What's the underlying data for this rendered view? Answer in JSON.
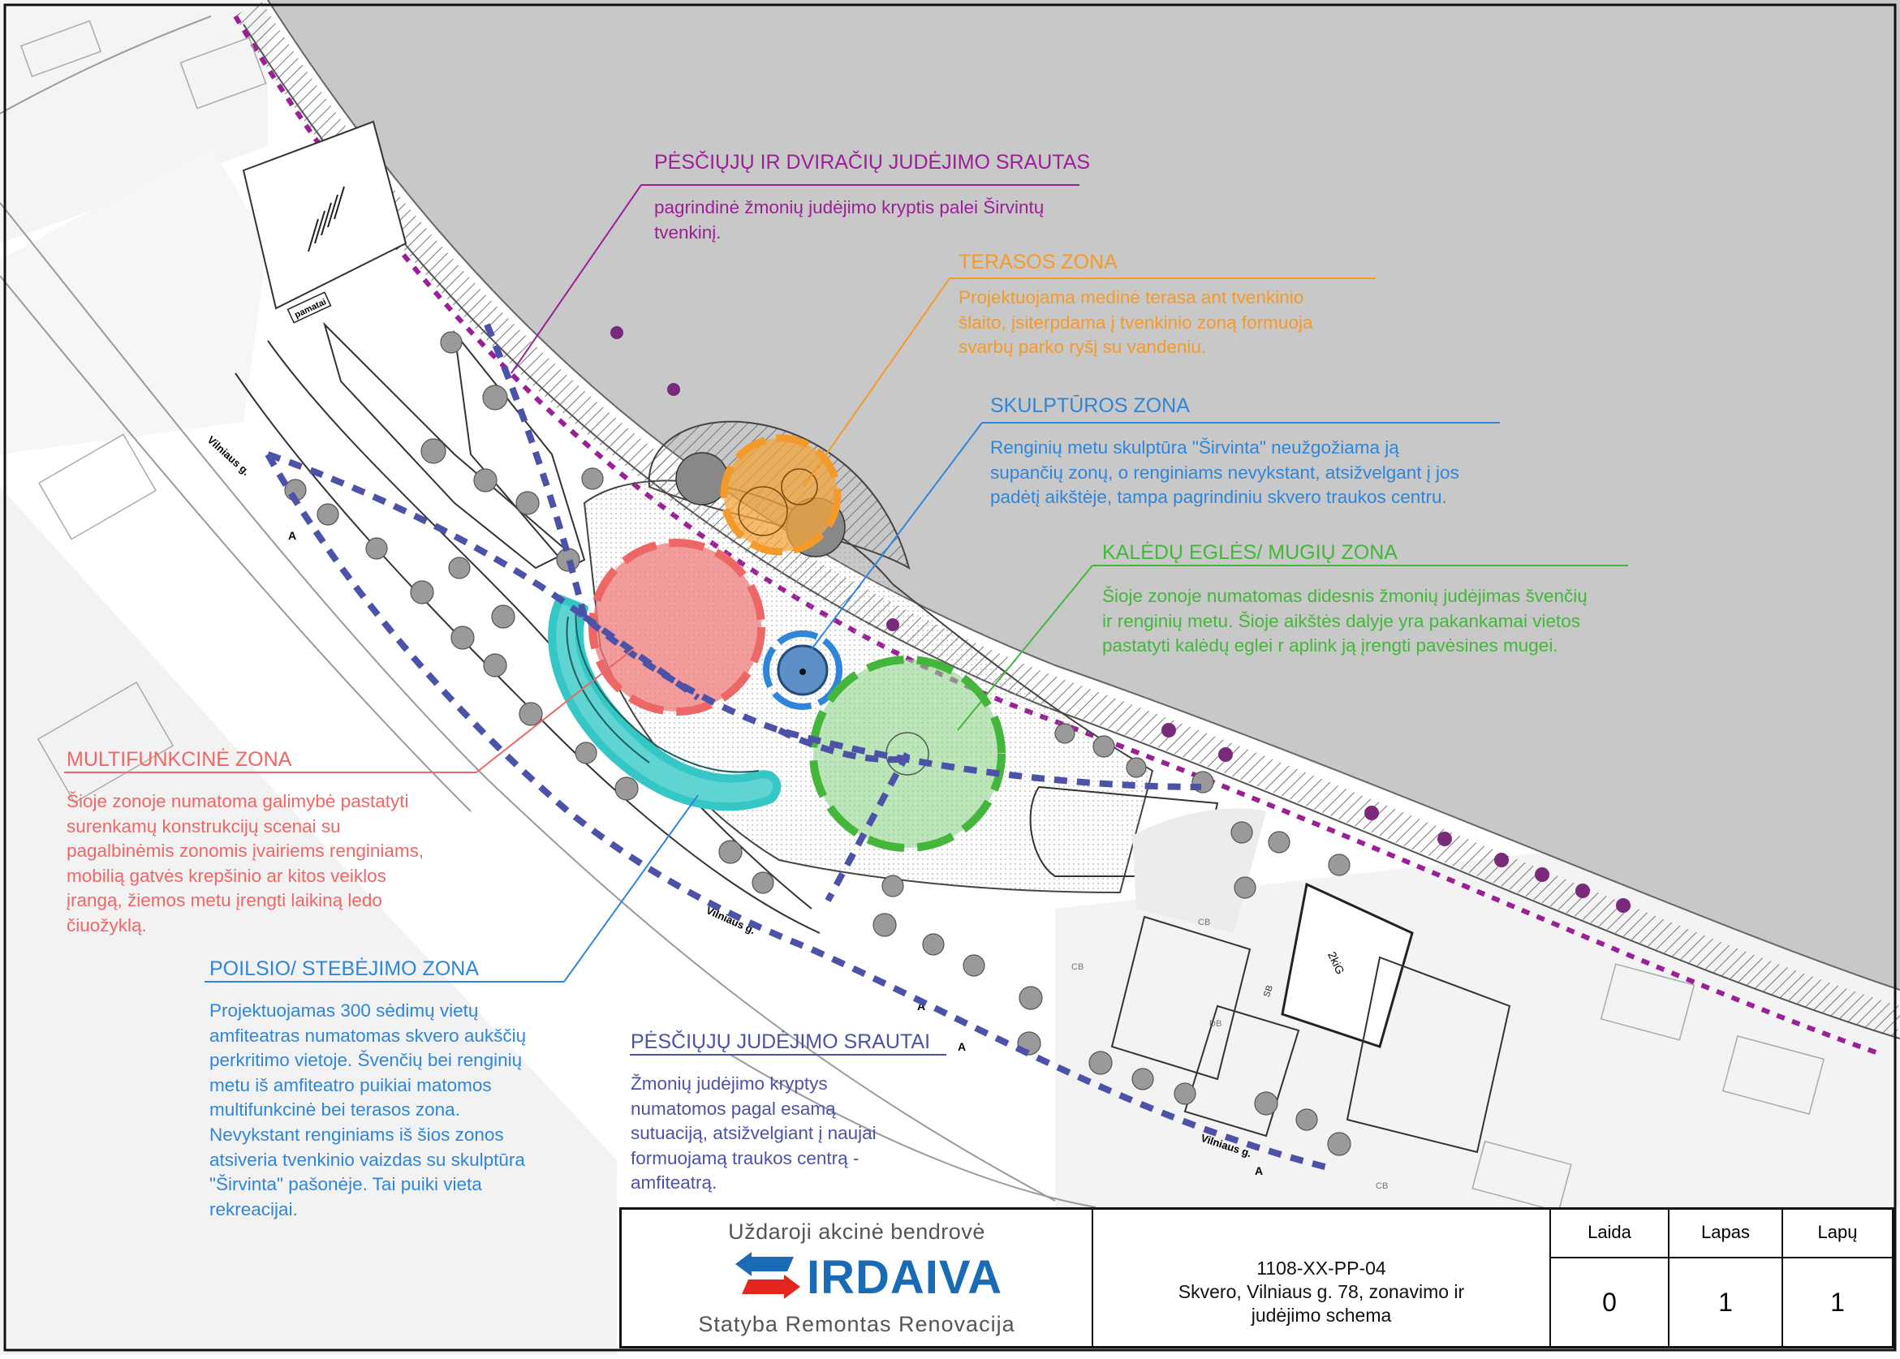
{
  "map": {
    "street_labels": [
      "Vilniaus g.",
      "Vilniaus g.",
      "Vilniaus g."
    ],
    "building_labels": [
      "2kiG",
      "CB",
      "CB",
      "DB",
      "SB",
      "CB"
    ],
    "parking_label": "pamatai",
    "section_marks": [
      "A",
      "A",
      "A",
      "A"
    ]
  },
  "zones": [
    {
      "id": "pesciuju-dviraciu",
      "title": "PĖSČIŲJŲ IR DVIRAČIŲ JUDĖJIMO SRAUTAS",
      "lines": [
        "pagrindinė žmonių judėjimo kryptis palei Širvintų",
        "tvenkinį."
      ],
      "color": "#9b1f96"
    },
    {
      "id": "terasos",
      "title": "TERASOS ZONA",
      "lines": [
        "Projektuojama medinė terasa ant tvenkinio",
        "šlaito, įsiterpdama į tvenkinio zoną formuoja",
        "svarbų parko ryšį su vandeniu."
      ],
      "color": "#f39a2b"
    },
    {
      "id": "skulpturos",
      "title": "SKULPTŪROS ZONA",
      "lines": [
        "Renginių metu skulptūra \"Širvinta\" neužgožiama ją",
        "supančių zonų, o renginiams nevykstant, atsižvelgant į jos",
        "padėtį aikštėje, tampa pagrindiniu skvero traukos centru."
      ],
      "color": "#2f86d8"
    },
    {
      "id": "kaledu",
      "title": "KALĖDŲ EGLĖS/ MUGIŲ ZONA",
      "lines": [
        "Šioje zonoje numatomas didesnis žmonių judėjimas švenčių",
        "ir renginių metu. Šioje aikštės dalyje yra pakankamai vietos",
        "pastatyti kalėdų eglei r aplink ją įrengti pavėsines mugei."
      ],
      "color": "#44b63c"
    },
    {
      "id": "multifunkcine",
      "title": "MULTIFUNKCINĖ ZONA",
      "lines": [
        "Šioje zonoje numatoma galimybė pastatyti",
        "surenkamų konstrukcijų scenai su",
        "pagalbinėmis zonomis įvairiems renginiams,",
        "mobilią gatvės krepšinio ar kitos veiklos",
        "įrangą, žiemos metu įrengti laikiną ledo",
        "čiuožyklą."
      ],
      "color": "#ee6767"
    },
    {
      "id": "poilsio",
      "title": "POILSIO/ STEBĖJIMO ZONA",
      "lines": [
        "Projektuojamas 300 sėdimų vietų",
        "amfiteatras numatomas skvero aukščių",
        "perkritimo vietoje. Švenčių bei renginių",
        "metu iš amfiteatro puikiai matomos",
        "multifunkcinė bei terasos zona.",
        "Nevykstant renginiams iš šios zonos",
        "atsiveria tvenkinio vaizdas su skulptūra",
        "\"Širvinta\" pašonėje. Tai puiki vieta",
        "rekreacijai."
      ],
      "color": "#2f86d8"
    },
    {
      "id": "pesciuju",
      "title": "PĖSČIŲJŲ JUDĖJIMO SRAUTAI",
      "lines": [
        "Žmonių judėjimo kryptys",
        "numatomos pagal esamą",
        "sutuaciją, atsižvelgiant į naujai",
        "formuojamą traukos centrą -",
        "amfiteatrą."
      ],
      "color": "#4c52a8"
    }
  ],
  "title_block": {
    "company_type": "Uždaroji akcinė bendrovė",
    "company_name": "IRDAIVA",
    "company_slogan": "Statyba Remontas Renovacija",
    "doc_code": "1108-XX-PP-04",
    "doc_title_line1": "Skvero, Vilniaus g. 78, zonavimo ir",
    "doc_title_line2": "judėjimo schema",
    "headers": [
      "Laida",
      "Lapas",
      "Lapų"
    ],
    "values": [
      "0",
      "1",
      "1"
    ]
  },
  "colors": {
    "water": "#c8c8c8",
    "purple_flow": "#9b1f96",
    "terrace": "#f39a2b",
    "sculpture": "#2f86d8",
    "christmas": "#44b63c",
    "multifunctional": "#ee6767",
    "amphitheatre": "#35c6c6",
    "pedestrian": "#4c52a8",
    "logo_blue": "#1a6bb5",
    "logo_red": "#e2261d"
  }
}
